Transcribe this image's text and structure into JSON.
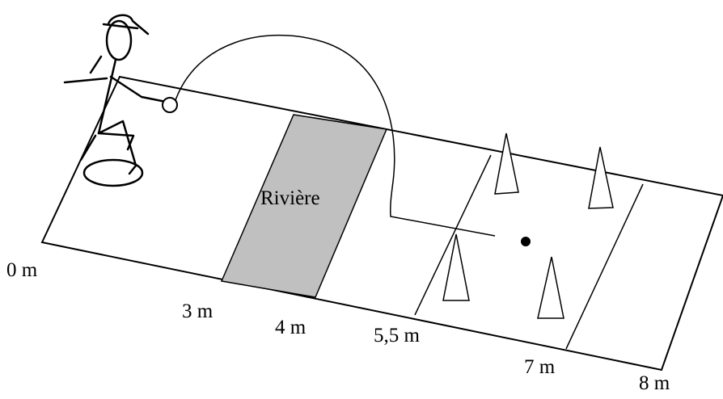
{
  "diagram": {
    "zone_label": "Rivière",
    "distances": [
      {
        "id": "d0",
        "text": "0 m"
      },
      {
        "id": "d3",
        "text": "3 m"
      },
      {
        "id": "d4",
        "text": "4 m"
      },
      {
        "id": "d55",
        "text": "5,5 m"
      },
      {
        "id": "d7",
        "text": "7 m"
      },
      {
        "id": "d8",
        "text": "8 m"
      }
    ],
    "colors": {
      "stroke": "#000000",
      "river_fill": "#c0c0c0",
      "background": "#ffffff"
    },
    "elements": {
      "figure": "stick-figure-thrower",
      "projectile": "ball",
      "obstacles": "cones",
      "cone_count": 4,
      "target": "target-dot"
    }
  }
}
